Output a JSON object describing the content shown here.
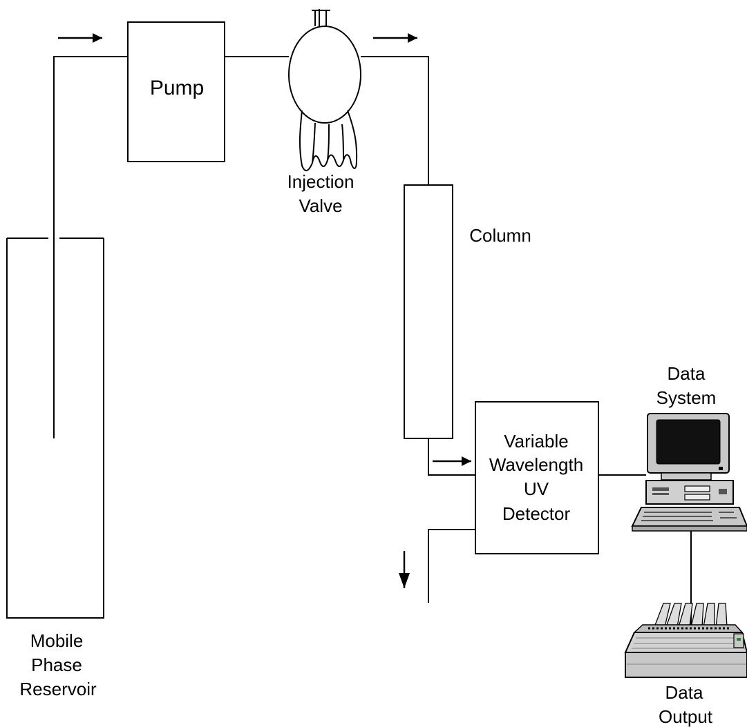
{
  "labels": {
    "pump": "Pump",
    "injection_valve": [
      "Injection",
      "Valve"
    ],
    "column": "Column",
    "detector": [
      "Variable",
      "Wavelength",
      "UV",
      "Detector"
    ],
    "data_system": [
      "Data",
      "System"
    ],
    "data_output": [
      "Data",
      "Output"
    ],
    "reservoir": [
      "Mobile",
      "Phase",
      "Reservoir"
    ]
  },
  "icons": {
    "valve": "injection-valve-icon",
    "computer": "computer-icon",
    "printer": "printer-icon",
    "arrow": "flow-arrow-icon"
  },
  "colors": {
    "line": "#000000",
    "equipment_fill": "#c8c8c8",
    "screen": "#111111"
  }
}
